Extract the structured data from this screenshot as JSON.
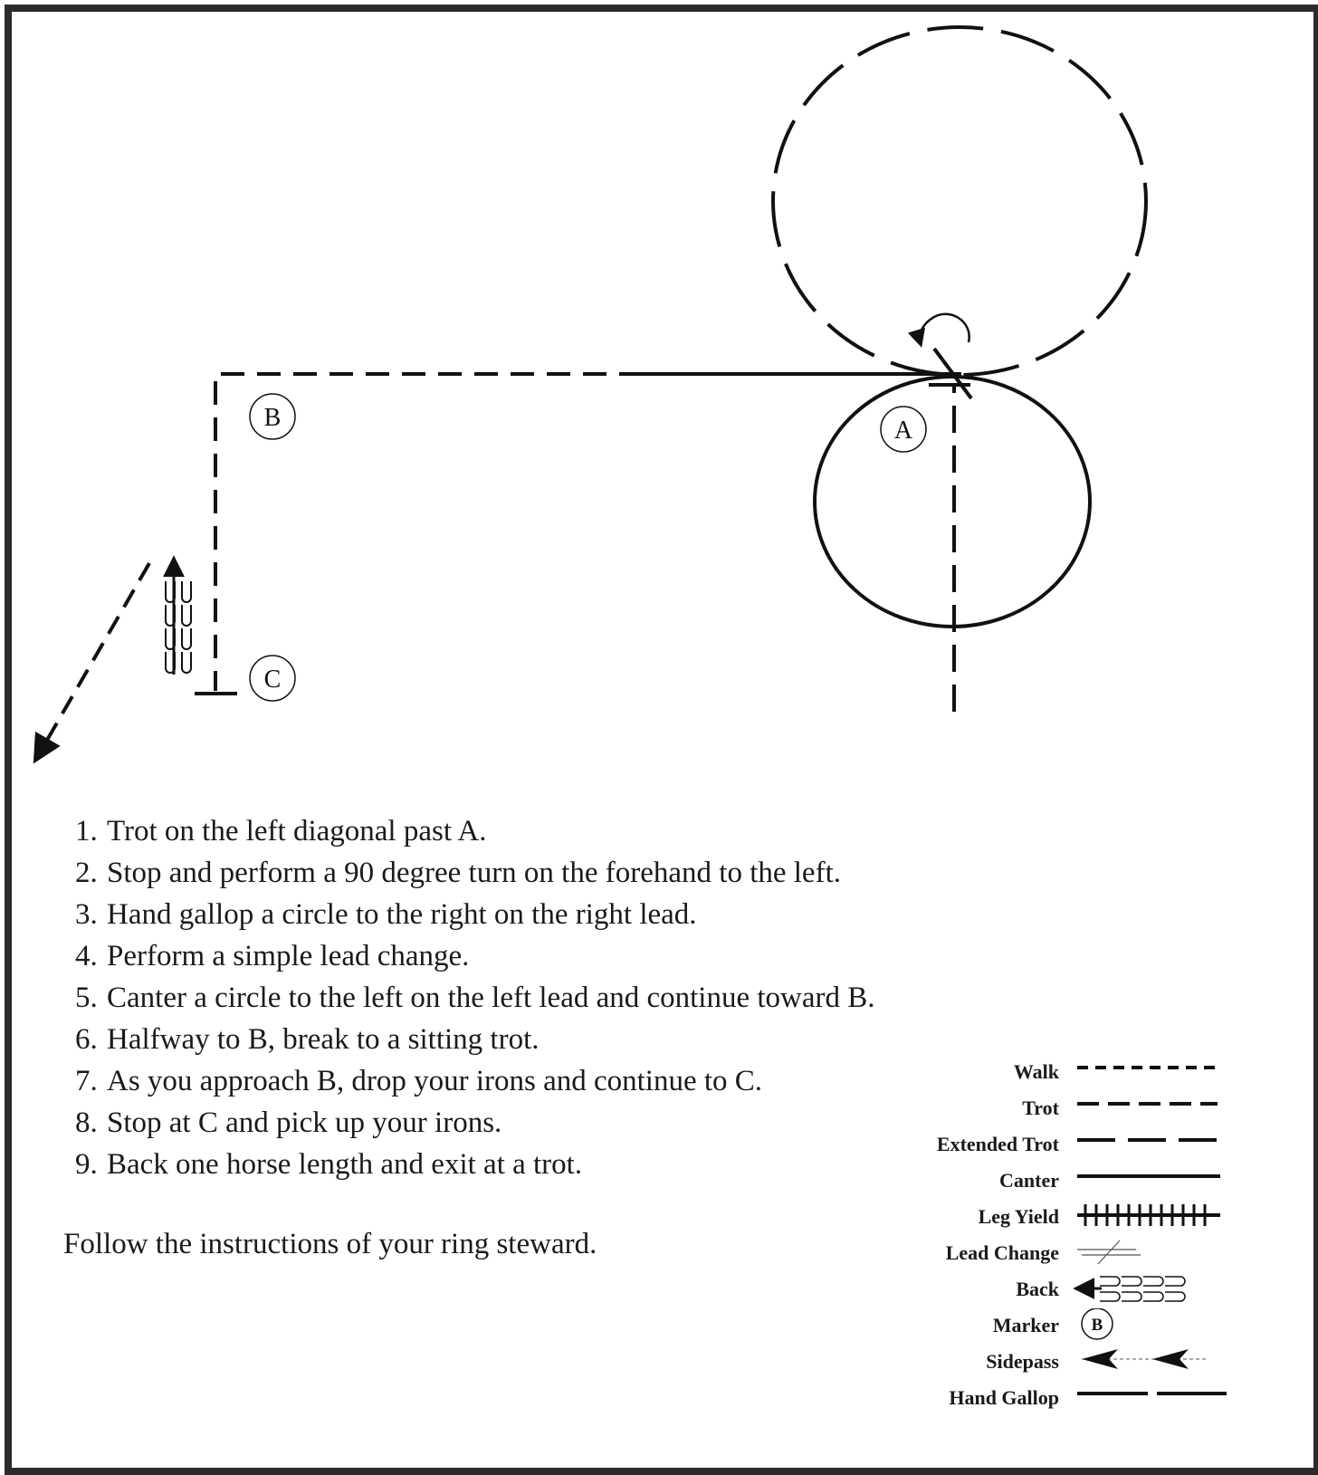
{
  "markers": {
    "a": "A",
    "b": "B",
    "c": "C"
  },
  "instructions": [
    "Trot on the left diagonal past A.",
    "Stop and perform a 90 degree turn on the forehand to the left.",
    "Hand gallop a circle to the right on the right lead.",
    "Perform a simple lead change.",
    "Canter a circle to the left on the left lead and continue toward B.",
    "Halfway to B, break to a sitting trot.",
    "As you approach B, drop your irons and continue to C.",
    "Stop at C and pick up your irons.",
    "Back one horse length and exit at a trot."
  ],
  "footer_note": "Follow the instructions of  your ring steward.",
  "legend": {
    "walk": "Walk",
    "trot": "Trot",
    "extended_trot": "Extended Trot",
    "canter": "Canter",
    "leg_yield": "Leg Yield",
    "lead_change": "Lead Change",
    "back": "Back",
    "marker": "Marker",
    "marker_sample": "B",
    "sidepass": "Sidepass",
    "hand_gallop": "Hand Gallop"
  }
}
